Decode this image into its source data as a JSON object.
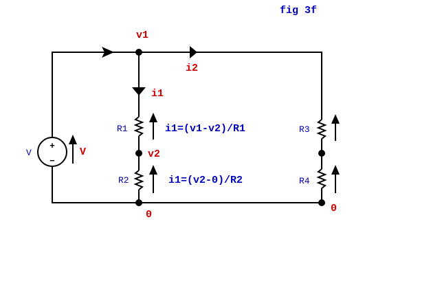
{
  "title": "fig 3f",
  "nodes": {
    "v1": "v1",
    "v2": "v2",
    "gnd_left": "0",
    "gnd_right": "0"
  },
  "currents": {
    "i1": "i1",
    "i2": "i2"
  },
  "source": {
    "name": "V",
    "label": "V",
    "plus": "+",
    "minus": "−"
  },
  "resistors": {
    "r1": "R1",
    "r2": "R2",
    "r3": "R3",
    "r4": "R4"
  },
  "equations": {
    "eq1": "i1=(v1-v2)/R1",
    "eq2": "i1=(v2-0)/R2"
  },
  "colors": {
    "node_label": "#d00000",
    "equation": "#0000c0",
    "component": "#0000b0",
    "wire": "#000000"
  }
}
